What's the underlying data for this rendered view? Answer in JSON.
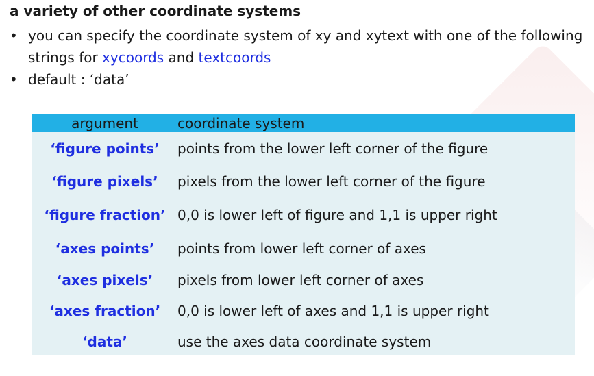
{
  "heading": "a variety of other coordinate systems",
  "bullets": {
    "dot": "•",
    "b1_text_before": "you can specify the coordinate system of xy and xytext with one of the following strings for ",
    "b1_term1": "xycoords",
    "b1_and": " and ",
    "b1_term2": "textcoords",
    "b2_text": "default : ‘data’"
  },
  "table": {
    "headers": {
      "argument": "argument",
      "coordinate_system": "coordinate system"
    },
    "rows": [
      {
        "arg": "‘figure points’",
        "desc": "points from the lower left corner of the figure"
      },
      {
        "arg": "‘figure pixels’",
        "desc": "pixels from the lower left corner of the figure"
      },
      {
        "arg": "‘figure fraction’",
        "desc": "0,0 is lower left of figure and 1,1 is upper right"
      },
      {
        "arg": "‘axes points’",
        "desc": "points from lower left corner of axes"
      },
      {
        "arg": "‘axes pixels’",
        "desc": "pixels from lower left corner of axes"
      },
      {
        "arg": "‘axes fraction’",
        "desc": "0,0 is lower left of axes and 1,1 is upper right"
      },
      {
        "arg": "‘data’",
        "desc": "use the axes data coordinate system"
      }
    ]
  },
  "colors": {
    "header_bg": "#22b0e5",
    "table_bg": "#e4f1f4",
    "term_blue": "#1f2fe0"
  }
}
